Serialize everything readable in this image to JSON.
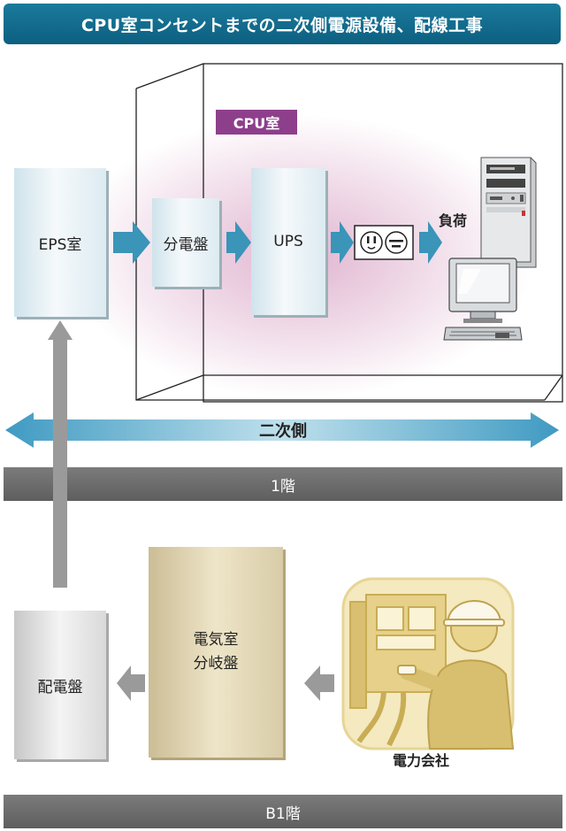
{
  "title": "CPU室コンセントまでの二次側電源設備、配線工事",
  "cpu_room_label": "CPU室",
  "boxes": {
    "eps": "EPS室",
    "panel": "分電盤",
    "ups": "UPS",
    "load": "負荷",
    "distribution": "配電盤",
    "branch_line1": "電気室",
    "branch_line2": "分岐盤",
    "power_company": "電力会社"
  },
  "secondary_label": "二次側",
  "floors": {
    "first": "1階",
    "basement": "B1階"
  },
  "colors": {
    "title_bg": "#1a7a9c",
    "cpu_label_bg": "#8e3f8c",
    "flow_arrow": "#3a95b8",
    "gray_arrow": "#9a9a9a",
    "floor_bar": "#6a6a6a",
    "gold_box": "#e4d9b6"
  },
  "icons": [
    "outlet-icon",
    "server-tower-icon",
    "monitor-icon",
    "keyboard-icon",
    "electrician-icon"
  ]
}
